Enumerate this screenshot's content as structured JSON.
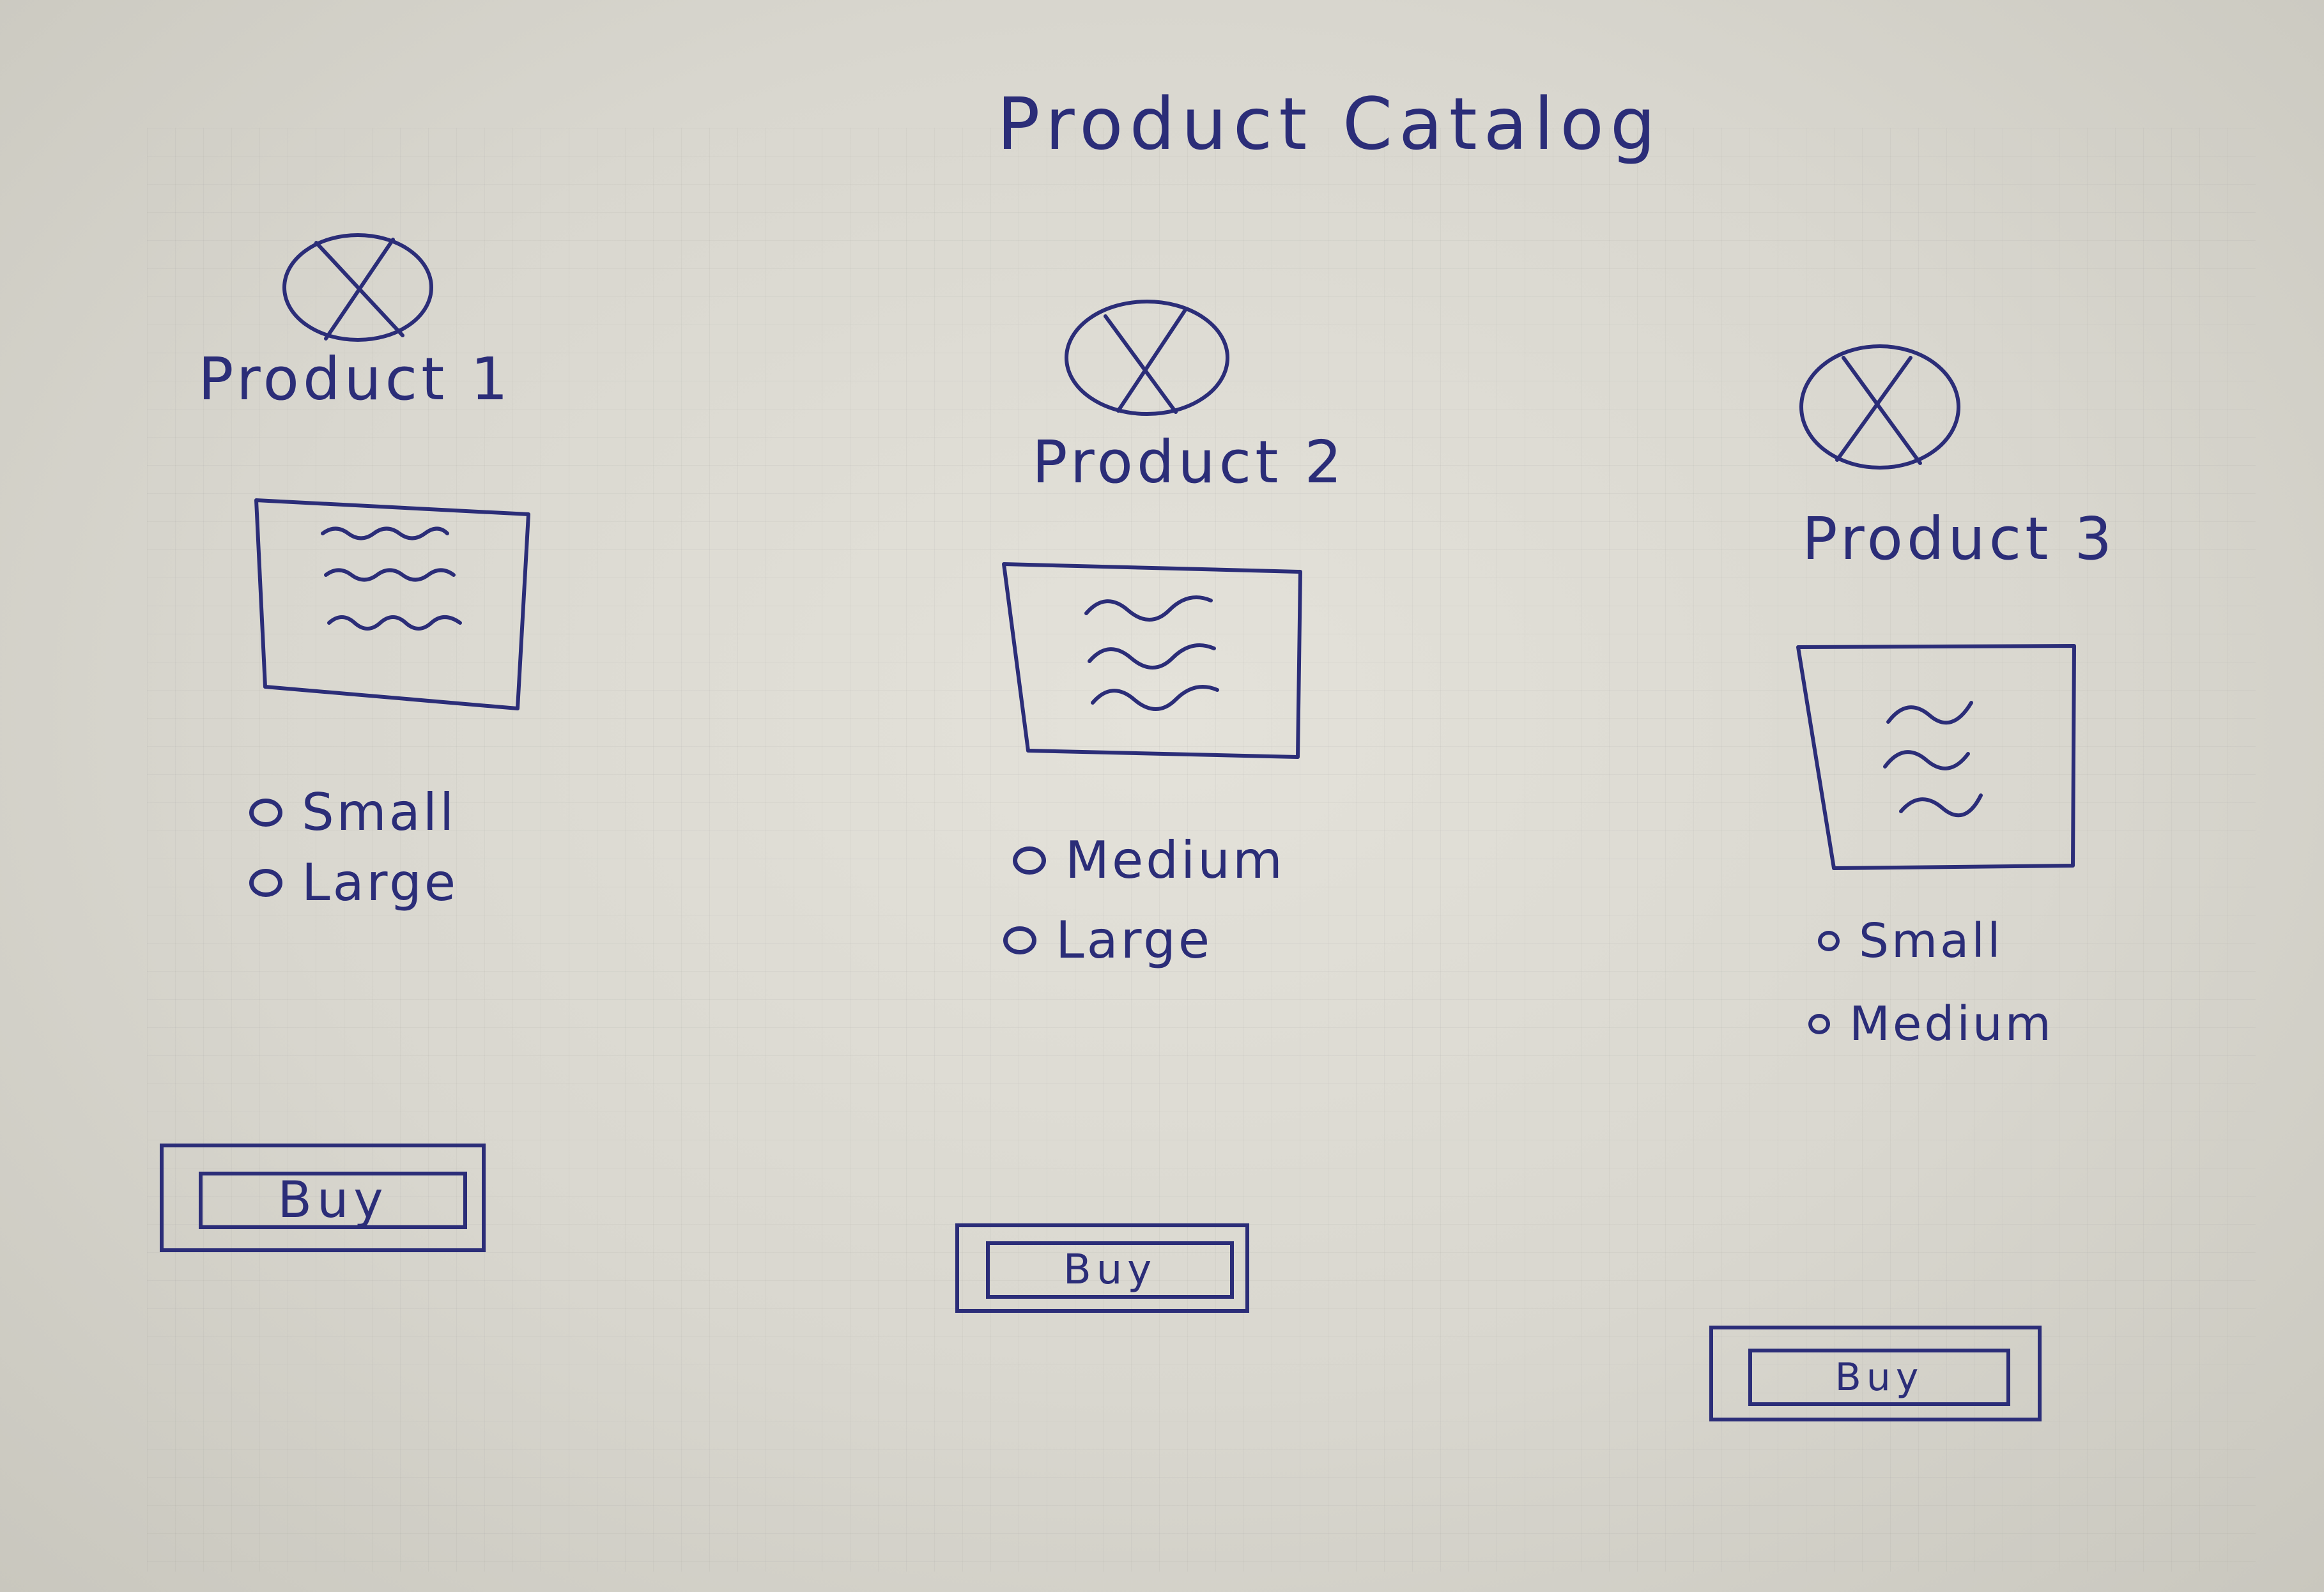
{
  "page": {
    "title": "Product Catalog",
    "ink_color": "#2b2d78",
    "paper_color": "#dddbd3"
  },
  "products": [
    {
      "name": "Product 1",
      "image_icon": "image-placeholder-icon",
      "description_icon": "text-placeholder-icon",
      "options": [
        "Small",
        "Large"
      ],
      "buy_label": "Buy"
    },
    {
      "name": "Product 2",
      "image_icon": "image-placeholder-icon",
      "description_icon": "text-placeholder-icon",
      "options": [
        "Medium",
        "Large"
      ],
      "buy_label": "Buy"
    },
    {
      "name": "Product 3",
      "image_icon": "image-placeholder-icon",
      "description_icon": "text-placeholder-icon",
      "options": [
        "Small",
        "Medium"
      ],
      "buy_label": "Buy"
    }
  ]
}
